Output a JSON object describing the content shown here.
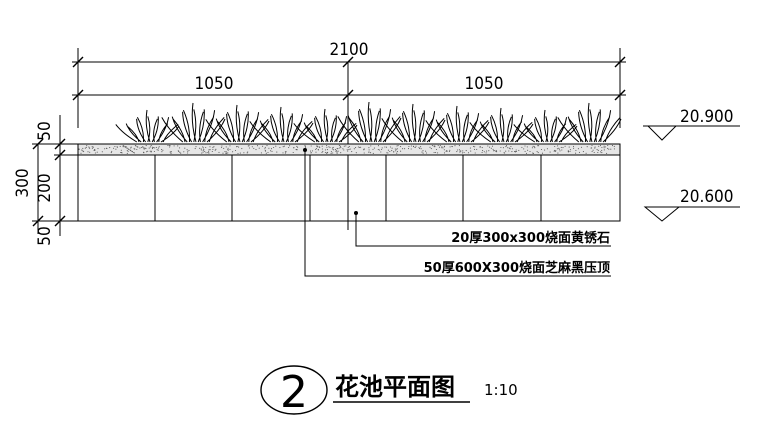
{
  "dimensions": {
    "total": "2100",
    "left_half": "1050",
    "right_half": "1050",
    "top_band": "50",
    "overall_height": "300",
    "middle_height": "200",
    "bottom_band": "50"
  },
  "elevations": {
    "top": "20.900",
    "bottom": "20.600"
  },
  "notes": {
    "paving": "20厚300x300烧面黄锈石",
    "coping": "50厚600X300烧面芝麻黑压顶"
  },
  "title": {
    "number": "2",
    "name": "花池平面图",
    "scale": "1:10"
  }
}
